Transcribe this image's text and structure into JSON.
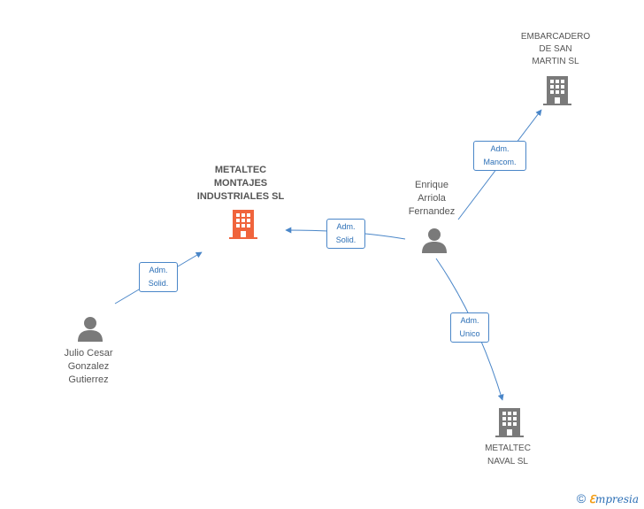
{
  "nodes": {
    "metaltec_montajes": "METALTEC\nMONTAJES\nINDUSTRIALES SL",
    "embarcadero": "EMBARCADERO\nDE SAN\nMARTIN  SL",
    "metaltec_naval": "METALTEC\nNAVAL SL",
    "enrique": "Enrique\nArriola\nFernandez",
    "julio": "Julio Cesar\nGonzalez\nGutierrez"
  },
  "edges": {
    "julio_to_montajes": "Adm.\nSolid.",
    "enrique_to_montajes": "Adm.\nSolid.",
    "enrique_to_embarcadero": "Adm.\nMancom.",
    "enrique_to_naval": "Adm.\nUnico"
  },
  "brand": {
    "copyright": "©",
    "e": "ℇ",
    "rest": "mpresia"
  },
  "colors": {
    "main_company": "#f0643c",
    "company": "#7a7a7a",
    "person": "#7a7a7a",
    "edge": "#4a86c8"
  },
  "icons": {
    "company": "building-icon",
    "person": "person-icon"
  }
}
